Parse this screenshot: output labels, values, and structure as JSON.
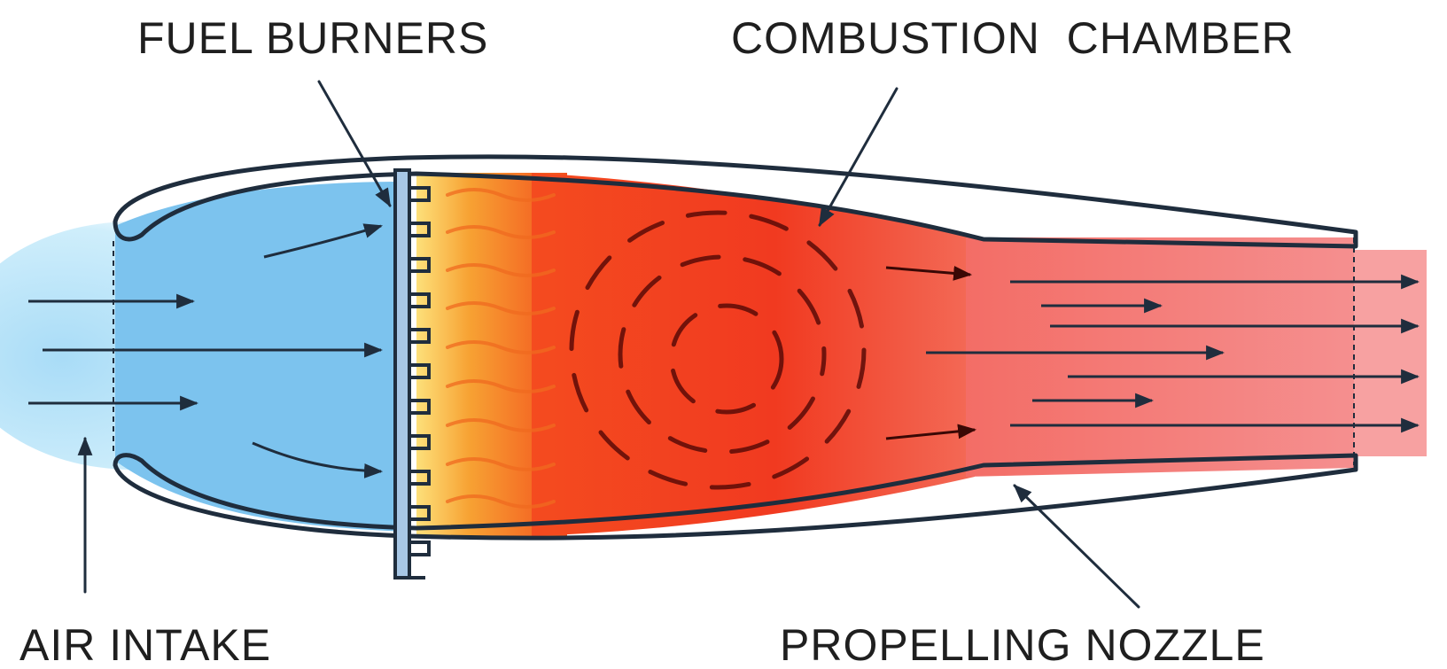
{
  "labels": {
    "fuel_burners": "FUEL BURNERS",
    "combustion_chamber": "COMBUSTION  CHAMBER",
    "air_intake": "AIR INTAKE",
    "propelling_nozzle": "PROPELLING NOZZLE"
  },
  "colors": {
    "air": "#7cc3ee",
    "casing": "#a7c7e6",
    "outline": "#1f2d3d",
    "flame": "#f7b431",
    "combustion": "#f13a20",
    "exhaust": "#f46b6b"
  }
}
